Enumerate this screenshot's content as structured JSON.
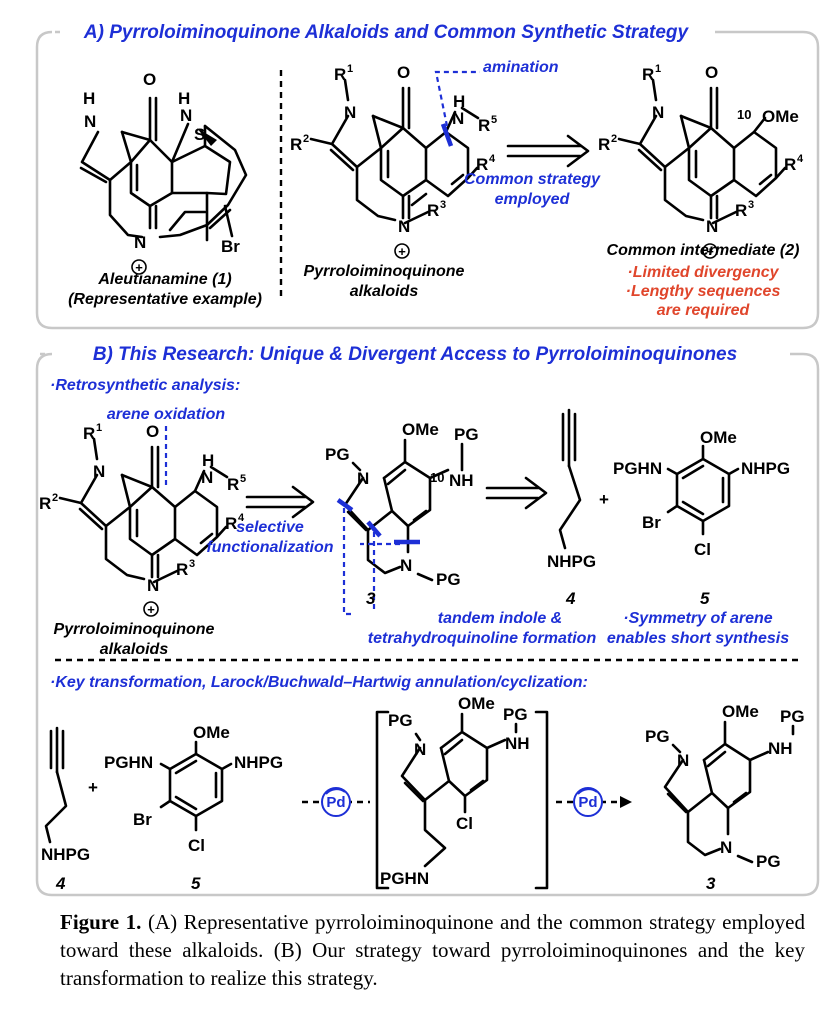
{
  "panel_a": {
    "title": "A) Pyrroloiminoquinone Alkaloids and Common Synthetic Strategy",
    "aleutianamine_name": "Aleutianamine (1)",
    "aleutianamine_note": "(Representative example)",
    "alkaloids_line1": "Pyrroloiminoquinone",
    "alkaloids_line2": "alkaloids",
    "amination": "amination",
    "strategy_line1": "Common strategy",
    "strategy_line2": "employed",
    "intermediate": "Common intermediate (2)",
    "note1": "·Limited divergency",
    "note2": "·Lengthy sequences",
    "note3": "are required"
  },
  "panel_b": {
    "title": "B) This Research: Unique & Divergent Access to Pyrroloiminoquinones",
    "retro": "·Retrosynthetic analysis:",
    "arene_oxidation": "arene oxidation",
    "selective": "selective",
    "functionalization": "functionalization",
    "alkaloids_line1": "Pyrroloiminoquinone",
    "alkaloids_line2": "alkaloids",
    "tandem_line1": "tandem indole &",
    "tandem_line2": "tetrahydroquinoline formation",
    "symmetry_line1": "·Symmetry of arene",
    "symmetry_line2": "enables short synthesis",
    "key": "·Key transformation, Larock/Buchwald–Hartwig annulation/cyclization:",
    "catalyst": "Pd",
    "compound_labels": {
      "c3": "3",
      "c4": "4",
      "c5": "5"
    }
  },
  "atoms": {
    "O": "O",
    "H": "H",
    "N": "N",
    "S": "S",
    "Br": "Br",
    "Cl": "Cl",
    "OMe": "OMe",
    "NH": "NH",
    "PG": "PG",
    "PGHN": "PGHN",
    "NHPG": "NHPG",
    "R": "R",
    "plus": "+",
    "sup1": "1",
    "sup2": "2",
    "sup3": "3",
    "sup4": "4",
    "sup5": "5",
    "ten": "10"
  },
  "caption": {
    "label": "Figure 1.",
    "text": " (A) Representative pyrroloiminoquinone and the common strategy employed toward these alkaloids. (B) Our strategy toward pyrroloiminoquinones and the key transformation to realize this strategy."
  },
  "colors": {
    "accent": "#1d2fd6",
    "warning": "#e0462c",
    "frame": "#c8c8c8"
  }
}
